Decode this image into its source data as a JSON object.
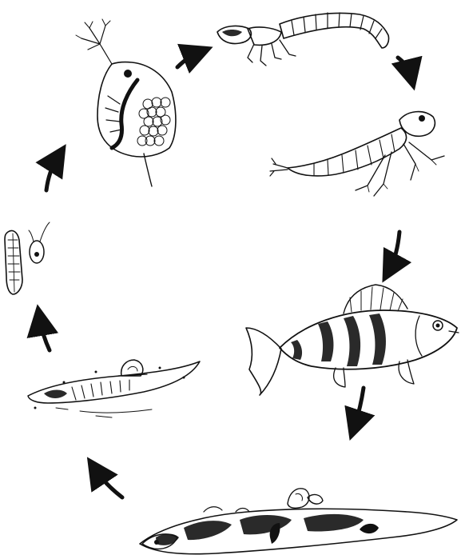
{
  "diagram": {
    "kind": "cycle",
    "ink_color": "#111111",
    "background": "#ffffff",
    "stages": [
      {
        "id": "water-flea",
        "icon": "water-flea-icon"
      },
      {
        "id": "insect-larva",
        "icon": "insect-larva-icon"
      },
      {
        "id": "dragonfly-nymph",
        "icon": "dragonfly-nymph-icon"
      },
      {
        "id": "perch-fish",
        "icon": "perch-fish-icon"
      },
      {
        "id": "dead-fish-decomposing",
        "icon": "dead-fish-icon"
      },
      {
        "id": "decomposed-remains-with-snail",
        "icon": "decomposed-remains-icon"
      },
      {
        "id": "algae-diatom",
        "icon": "algae-icon"
      }
    ],
    "arrow_count": 7,
    "direction": "clockwise"
  }
}
